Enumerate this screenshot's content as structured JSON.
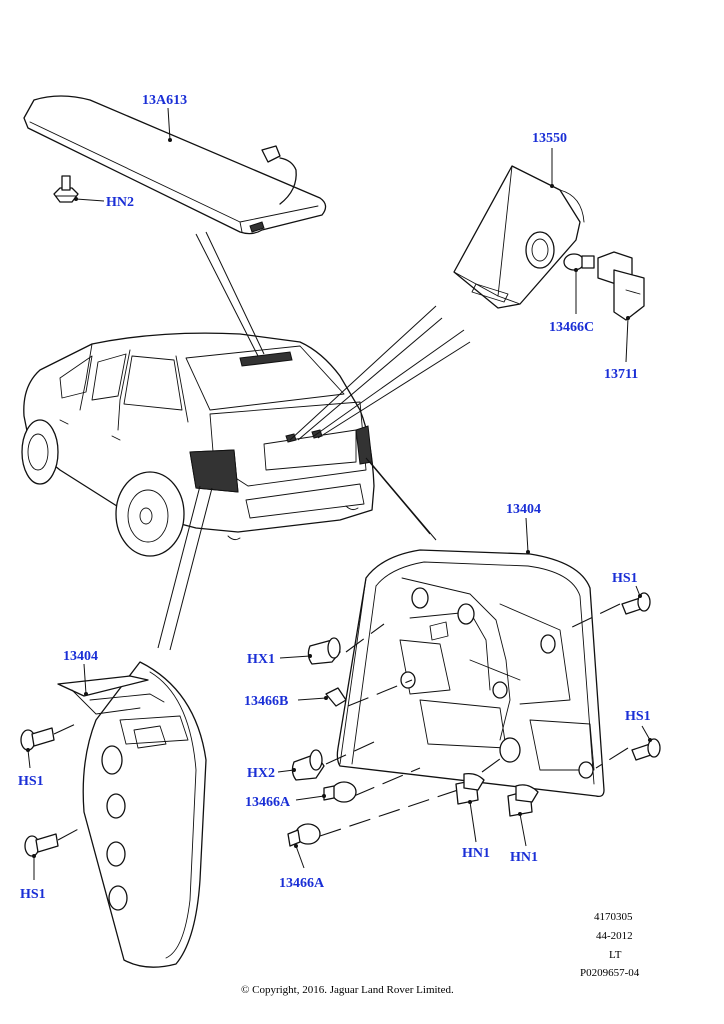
{
  "labels": {
    "stop_lamp": "13A613",
    "nut_hn2": "HN2",
    "lamp_module": "13550",
    "bulb_c": "13466C",
    "socket": "13711",
    "rear_lamp": "13404",
    "rear_lamp_inner": "13404",
    "screw_hs1_a": "HS1",
    "screw_hs1_b": "HS1",
    "screw_hs1_c": "HS1",
    "screw_hs1_d": "HS1",
    "holder_hx1": "HX1",
    "bulb_b": "13466B",
    "holder_hx2": "HX2",
    "bulb_a1": "13466A",
    "bulb_a2": "13466A",
    "holder_hn1_a": "HN1",
    "holder_hn1_b": "HN1"
  },
  "meta": {
    "line1": "4170305",
    "line2": "44-2012",
    "line3": "LT",
    "line4": "P0209657-04"
  },
  "copyright": "© Copyright, 2016. Jaguar Land Rover Limited."
}
